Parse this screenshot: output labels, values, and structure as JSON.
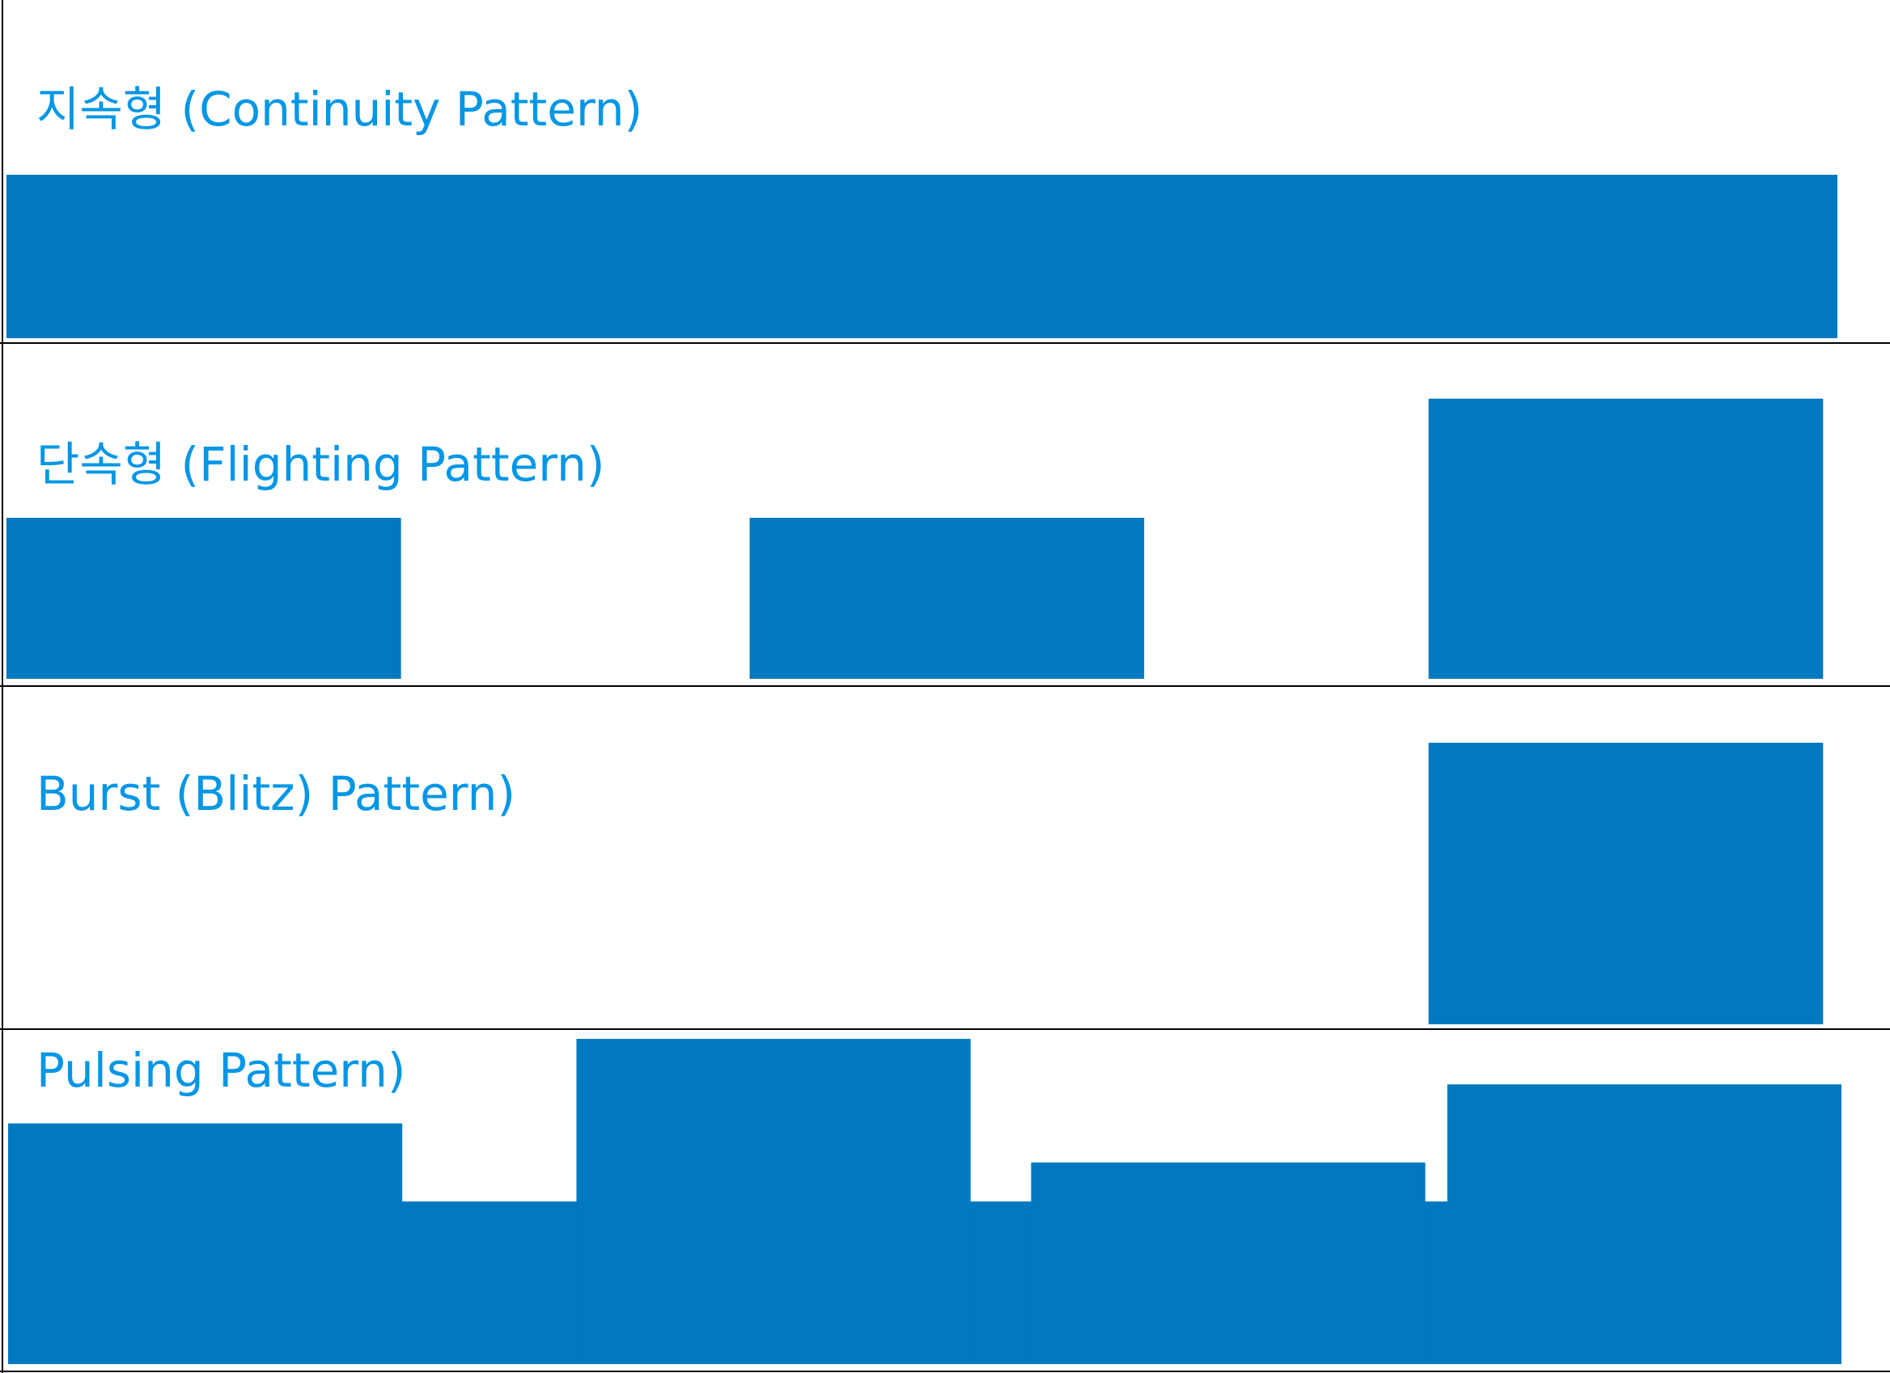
{
  "colors": {
    "bar": "#0079c1",
    "label": "#0096e6",
    "line": "#000000",
    "background": "#ffffff"
  },
  "panels": [
    {
      "name": "continuity",
      "label": "지속형 (Continuity Pattern)",
      "bars": [
        {
          "start": 0,
          "end": 1,
          "level": 0.5
        }
      ]
    },
    {
      "name": "flighting",
      "label": "단속형 (Flighting Pattern)",
      "bars": [
        {
          "start": 0.0,
          "end": 0.215,
          "level": 0.5
        },
        {
          "start": 0.405,
          "end": 0.62,
          "level": 0.5
        },
        {
          "start": 0.775,
          "end": 0.99,
          "level": 0.87
        }
      ]
    },
    {
      "name": "burst",
      "label": "Burst (Blitz) Pattern)",
      "bars": [
        {
          "start": 0.775,
          "end": 0.99,
          "level": 0.87
        }
      ]
    },
    {
      "name": "pulsing",
      "label": "Pulsing Pattern)",
      "baseline_level": 0.5,
      "bars": [
        {
          "start": 0.0,
          "end": 0.215,
          "level": 0.74
        },
        {
          "start": 0.31,
          "end": 0.525,
          "level": 1.0
        },
        {
          "start": 0.558,
          "end": 0.773,
          "level": 0.62
        },
        {
          "start": 0.785,
          "end": 1.0,
          "level": 0.86
        }
      ]
    }
  ]
}
